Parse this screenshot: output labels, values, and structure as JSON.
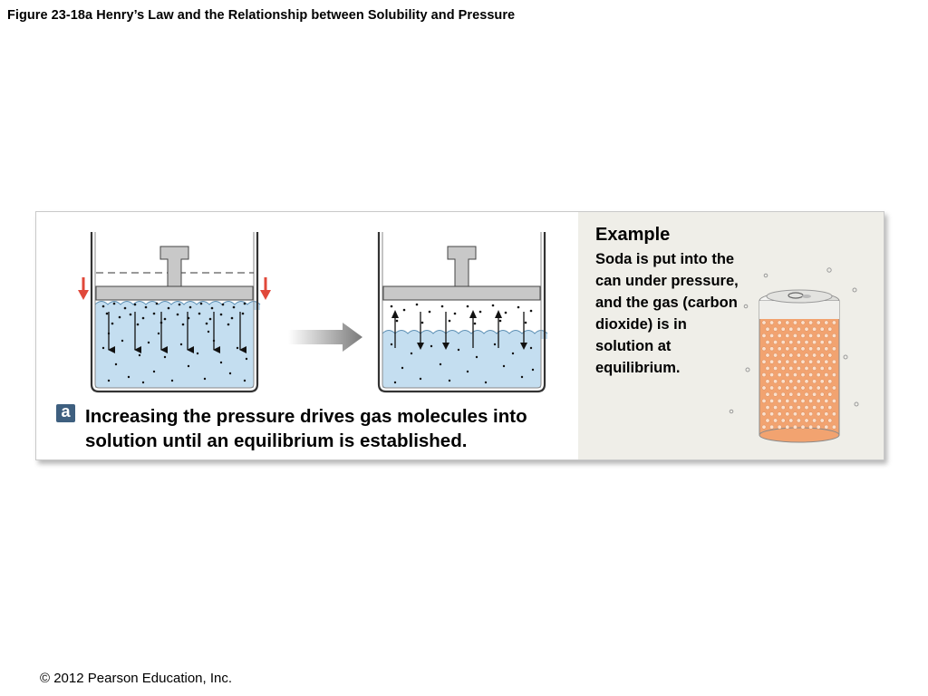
{
  "figure_title": "Figure 23-18a  Henry’s Law and the Relationship between Solubility and Pressure",
  "example": {
    "heading": "Example",
    "body": "Soda is put into the can under pressure, and the gas (carbon dioxide) is in solution at equilibrium."
  },
  "caption": {
    "label": "a",
    "text": "Increasing the pressure drives gas molecules into solution until an equilibrium is established."
  },
  "copyright": "© 2012 Pearson Education, Inc.",
  "colors": {
    "liquid": "#c4def0",
    "piston": "#c8c8c8",
    "pressure_arrow": "#e0483a",
    "soda": "#f2a370",
    "label_badge": "#3e5f7f"
  }
}
